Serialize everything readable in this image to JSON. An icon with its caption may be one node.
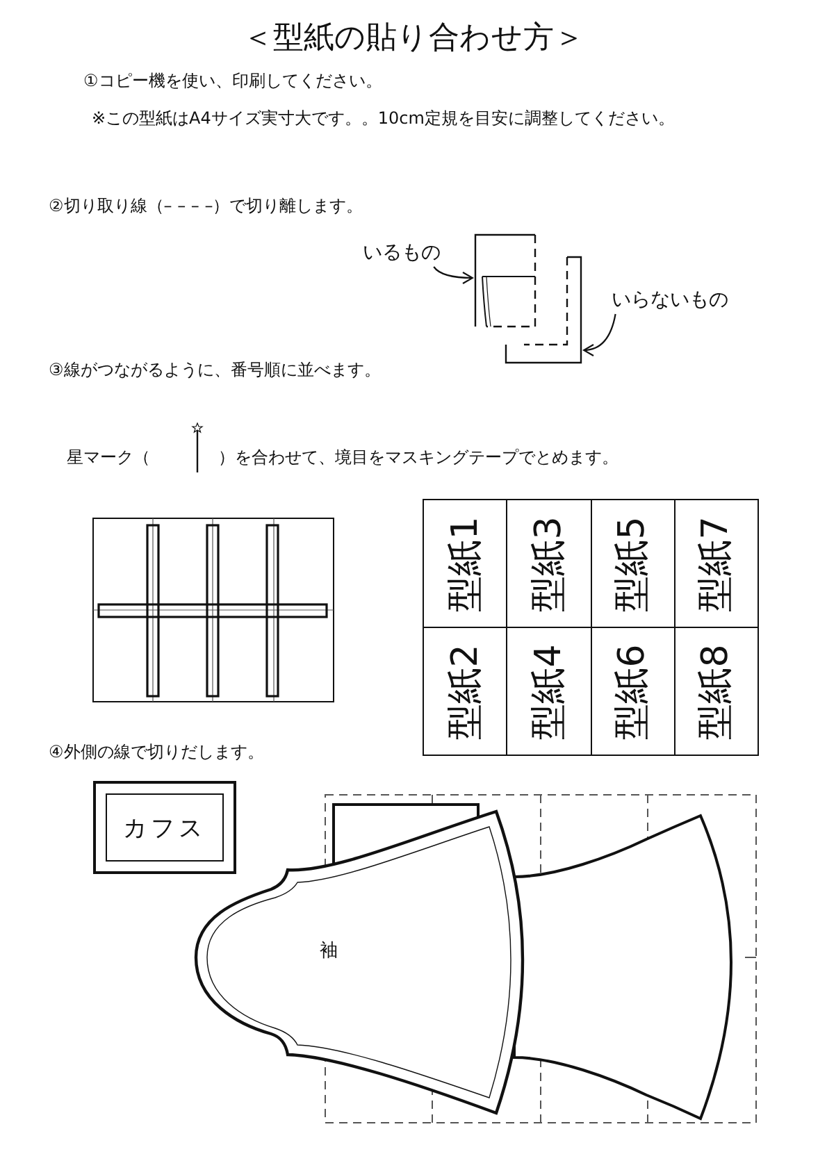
{
  "diagram": {
    "title": "＜型紙の貼り合わせ方＞",
    "nodes": [
      {
        "text": [
          "いるもの"
        ]
      },
      {
        "text": [],
        "shape": "box"
      },
      {
        "text": [
          "いらないもの"
        ]
      },
      {
        "text": [],
        "shape": "box"
      },
      {
        "text": [
          "型紙1"
        ]
      },
      {
        "text": [
          "型紙3"
        ]
      },
      {
        "text": [
          "型紙5"
        ]
      },
      {
        "text": [
          "型紙7"
        ]
      },
      {
        "text": [
          "型紙2"
        ]
      },
      {
        "text": [
          "型紙4"
        ]
      },
      {
        "text": [
          "型紙6"
        ]
      },
      {
        "text": [
          "型紙8"
        ]
      },
      {
        "text": [
          "カフス"
        ]
      },
      {
        "text": [
          "袖"
        ]
      }
    ],
    "edges": [
      {
        "from": 0,
        "to": 1,
        "arrow": "to"
      },
      {
        "from": 2,
        "to": 3,
        "arrow": "to"
      }
    ],
    "labels": [
      "①コピー機を使い、印刷してください。",
      "※この型紙はA4サイズ実寸大です。。10cm定規を目安に調整してください。",
      "②切り取り線（– – – –）で切り離します。",
      "③線がつながるように、番号順に並べます。",
      "星マーク（",
      "）を合わせて、境目をマスキングテープでとめます。",
      "④外側の線で切りだします。"
    ]
  }
}
